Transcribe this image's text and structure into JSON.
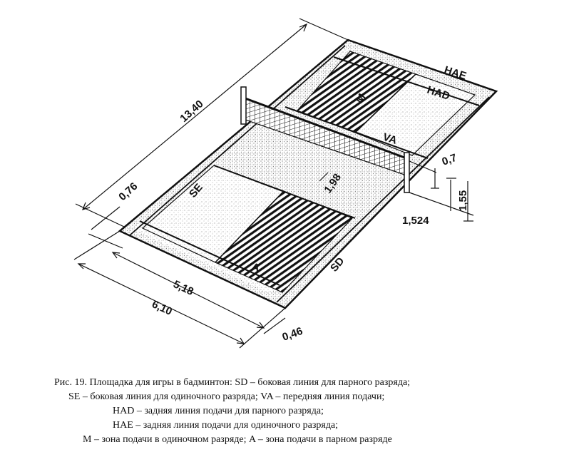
{
  "labels": {
    "hae": "HAE",
    "had": "HAD",
    "m": "M",
    "va": "VA",
    "se": "SE",
    "sd": "SD",
    "a": "A"
  },
  "dimensions": {
    "length": "13,40",
    "hae_offset": "0,76",
    "service_line": "1,98",
    "net_top_drop": "0,7",
    "post_height": "1,55",
    "net_height": "1,524",
    "singles_width": "5,18",
    "doubles_width": "6,10",
    "side_alley": "0,46"
  },
  "caption": {
    "line1": "Рис. 19. Площадка для игры в бадминтон: SD – боковая линия для парного разряда;",
    "line2": "SE – боковая линия для одиночного разряда; VA – передняя линия подачи;",
    "line3": "HAD – задняя линия подачи для парного разряда;",
    "line4": "HAE – задняя линия подачи для одиночного разряда;",
    "line5": "M – зона подачи в одиночном разряде; A – зона подачи в парном разряде"
  },
  "colors": {
    "ink": "#111111",
    "paper": "#ffffff"
  }
}
